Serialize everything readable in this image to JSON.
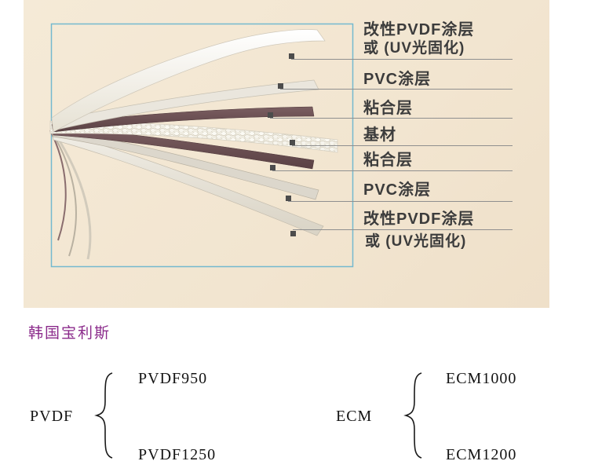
{
  "colors": {
    "panel_bg": "#f3e7d3",
    "box_border": "#74b9cf",
    "label_text": "#3c3c3c",
    "leader_line": "#8f8f8f",
    "marker": "#4c4c4c",
    "brand_text": "#8b2a8b",
    "dark_layer": "#6d5053"
  },
  "diagram": {
    "labels": [
      {
        "line1": "改性PVDF涂层",
        "line2": "或 (UV光固化)"
      },
      {
        "line1": "PVC涂层"
      },
      {
        "line1": "粘合层"
      },
      {
        "line1": "基材"
      },
      {
        "line1": "粘合层"
      },
      {
        "line1": "PVC涂层"
      },
      {
        "line1": "改性PVDF涂层",
        "line2": "或 (UV光固化)"
      }
    ]
  },
  "brand": {
    "text": "韩国宝利斯"
  },
  "classification": {
    "groups": [
      {
        "family": "PVDF",
        "items": [
          "PVDF950",
          "PVDF1250"
        ]
      },
      {
        "family": "ECM",
        "items": [
          "ECM1000",
          "ECM1200"
        ]
      }
    ]
  }
}
